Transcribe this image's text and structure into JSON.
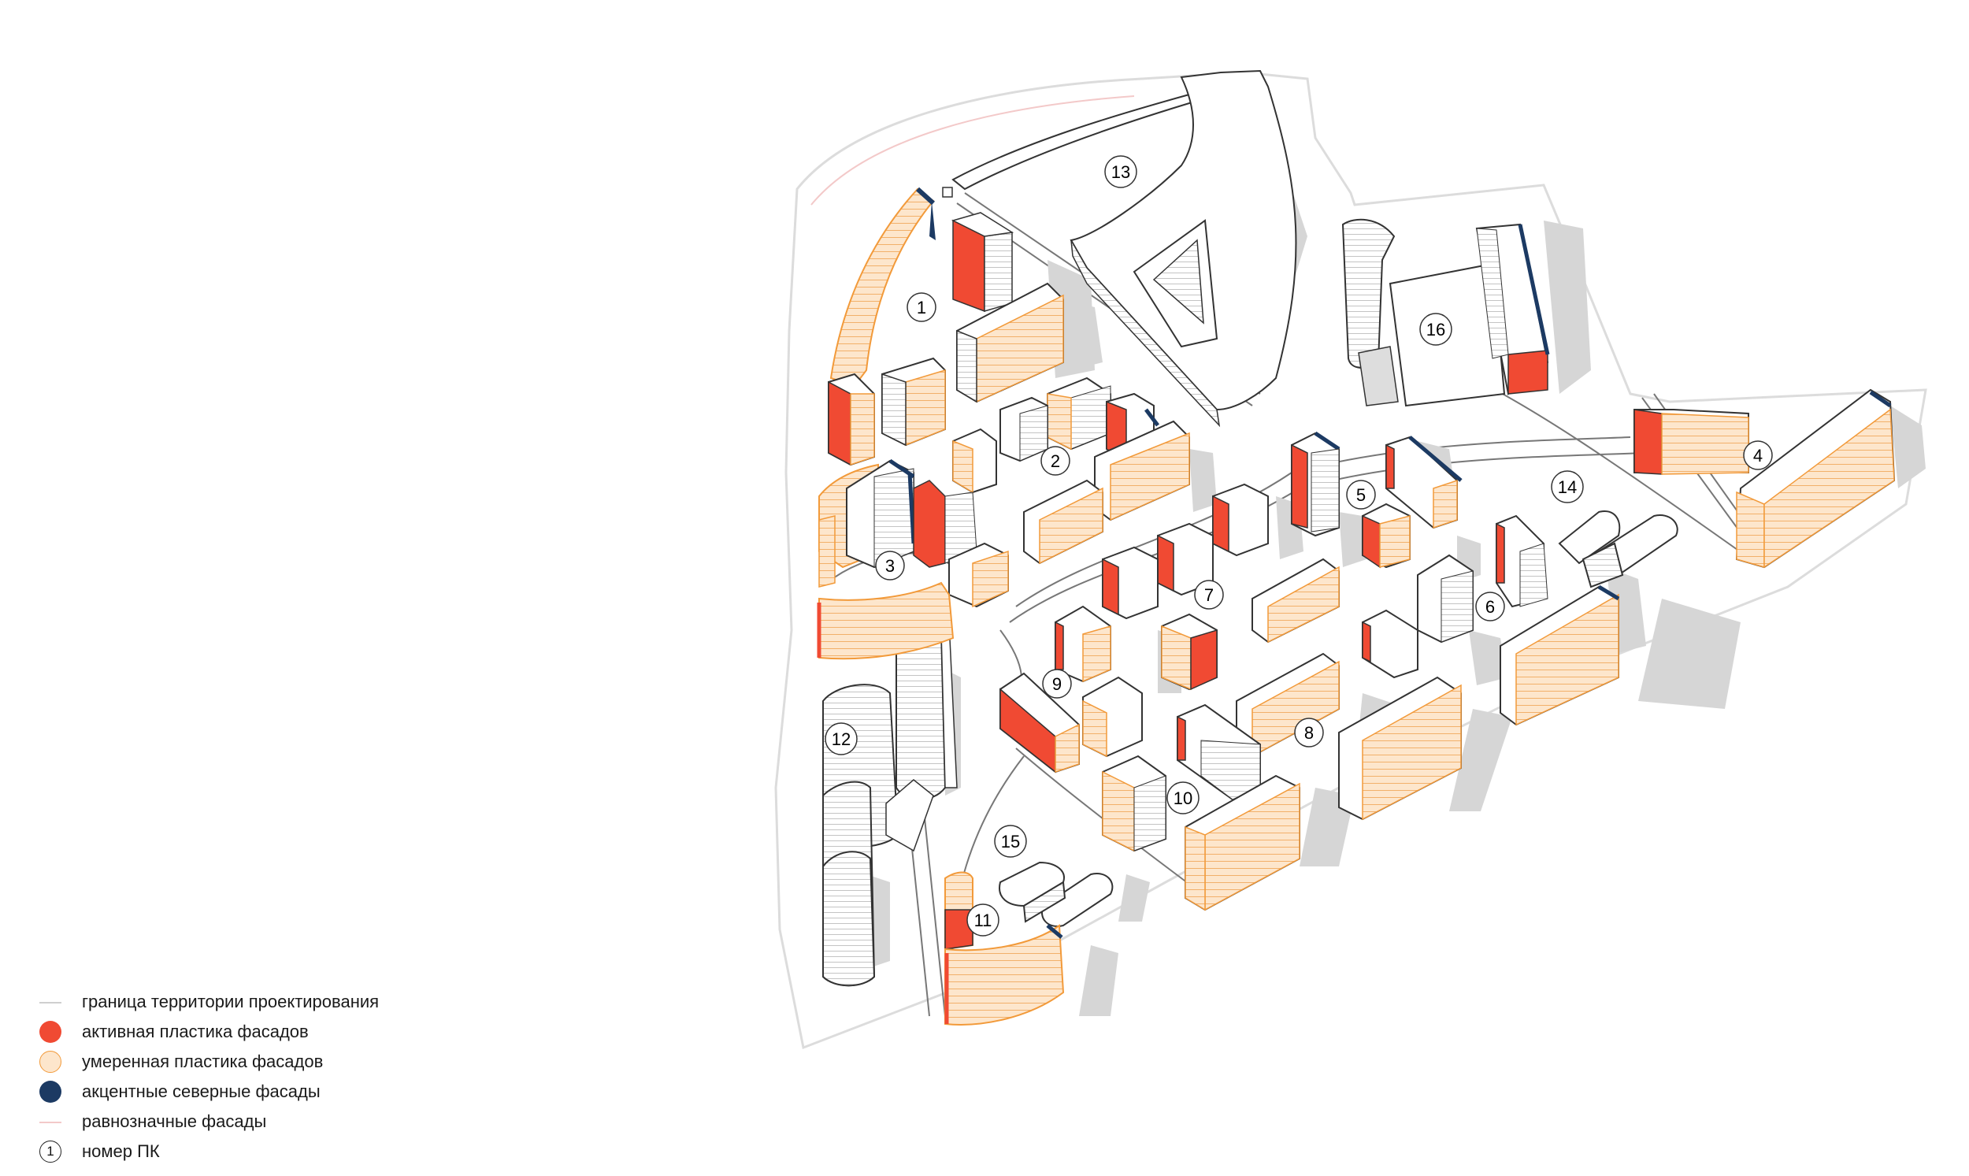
{
  "colors": {
    "active": "#f04a33",
    "moderate": "#fde6cc",
    "moderate_stroke": "#f29a3a",
    "north_accent": "#1c3a63",
    "boundary": "#cfcfcf",
    "equal": "#f3c9c9",
    "shadow": "#d3d3d3"
  },
  "labels": [
    "1",
    "2",
    "3",
    "4",
    "5",
    "6",
    "7",
    "8",
    "9",
    "10",
    "11",
    "12",
    "13",
    "14",
    "15",
    "16"
  ],
  "legend": {
    "items": [
      {
        "symbol": "boundary-line",
        "text": "граница территории проектирования"
      },
      {
        "symbol": "active-dot",
        "text": "активная пластика фасадов"
      },
      {
        "symbol": "moderate-dot",
        "text": "умеренная пластика фасадов"
      },
      {
        "symbol": "north-dot",
        "text": "акцентные северные фасады"
      },
      {
        "symbol": "equal-line",
        "text": "равнозначные фасады"
      },
      {
        "symbol": "number-circle",
        "text": "номер ПК",
        "number": "1"
      }
    ]
  }
}
